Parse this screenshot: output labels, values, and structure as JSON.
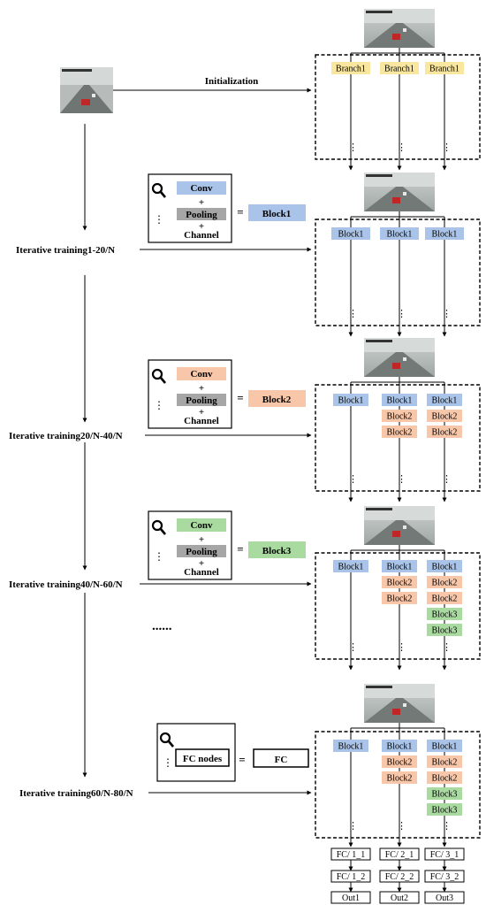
{
  "labels": {
    "initialization": "Initialization",
    "stage1": "Iterative training1-20/N",
    "stage2": "Iterative training20/N-40/N",
    "stage3": "Iterative training40/N-60/N",
    "stage4": "Iterative training60/N-80/N",
    "ellipsis": "......"
  },
  "legends": {
    "conv": "Conv",
    "plus": "+",
    "pooling": "Pooling",
    "channel": "Channel",
    "equals": "=",
    "vdots": "⋮",
    "block1": "Block1",
    "block2": "Block2",
    "block3": "Block3",
    "fc_nodes": "FC nodes",
    "fc": "FC"
  },
  "branches": {
    "branch1": "Branch1",
    "block1": "Block1",
    "block2": "Block2",
    "block3": "Block3"
  },
  "fc_outputs": {
    "fc11": "FC/ 1_1",
    "fc21": "FC/ 2_1",
    "fc31": "FC/ 3_1",
    "fc12": "FC/ 1_2",
    "fc22": "FC/ 2_2",
    "fc32": "FC/ 3_2",
    "out1": "Out1",
    "out2": "Out2",
    "out3": "Out3"
  },
  "colors": {
    "yellow": "#f9e79f",
    "blue": "#a9c4e8",
    "orange": "#f8c6a8",
    "green": "#a9dba0",
    "gray": "#a6a6a6"
  }
}
